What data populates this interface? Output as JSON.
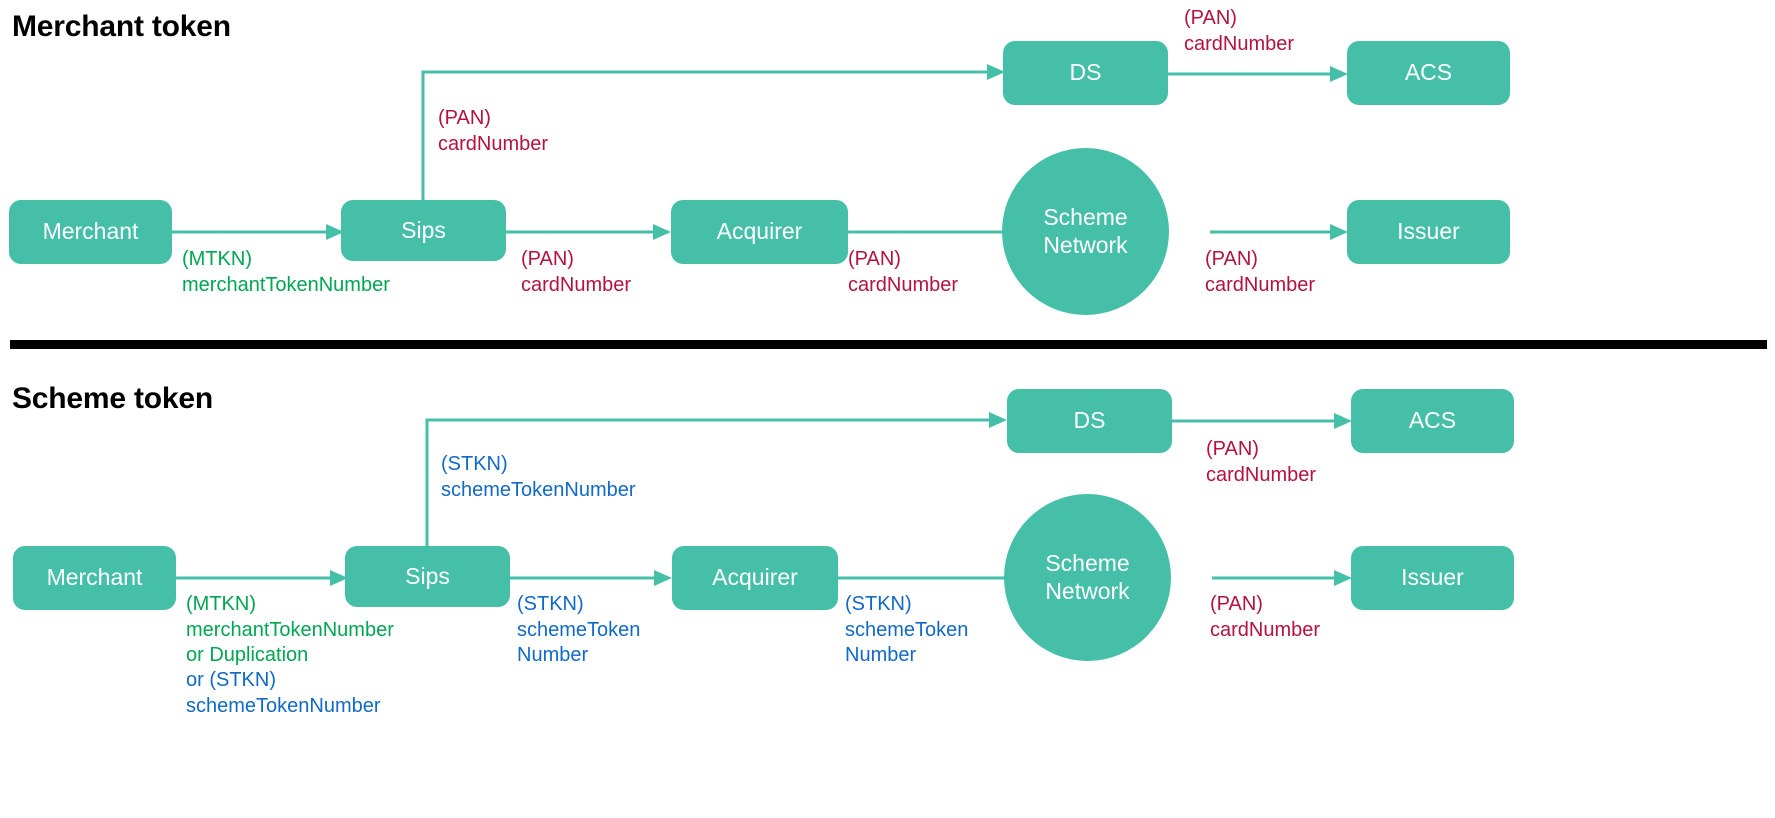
{
  "colors": {
    "node_fill": "#45BFA8",
    "connector": "#45BFA8",
    "red": "#B5123E",
    "green": "#00A651",
    "blue": "#1169C8",
    "divider": "#000000",
    "background": "#ffffff"
  },
  "sections": [
    {
      "id": "merchant-token",
      "title": "Merchant token",
      "nodes": [
        {
          "id": "merchant",
          "label": "Merchant"
        },
        {
          "id": "sips",
          "label": "Sips"
        },
        {
          "id": "acquirer",
          "label": "Acquirer"
        },
        {
          "id": "scheme-network",
          "label": "Scheme\nNetwork"
        },
        {
          "id": "ds",
          "label": "DS"
        },
        {
          "id": "acs",
          "label": "ACS"
        },
        {
          "id": "issuer",
          "label": "Issuer"
        }
      ],
      "edges": [
        {
          "id": "merchant-to-sips",
          "from": "Merchant",
          "to": "Sips",
          "label": "(MTKN)\nmerchantTokenNumber",
          "color": "green"
        },
        {
          "id": "sips-to-ds",
          "from": "Sips",
          "to": "DS",
          "label": "(PAN)\ncardNumber",
          "color": "red"
        },
        {
          "id": "ds-to-acs",
          "from": "DS",
          "to": "ACS",
          "label": "(PAN)\ncardNumber",
          "color": "red"
        },
        {
          "id": "sips-to-acquirer",
          "from": "Sips",
          "to": "Acquirer",
          "label": "(PAN)\ncardNumber",
          "color": "red"
        },
        {
          "id": "acquirer-to-scheme",
          "from": "Acquirer",
          "to": "Scheme Network",
          "label": "(PAN)\ncardNumber",
          "color": "red"
        },
        {
          "id": "scheme-to-issuer",
          "from": "Scheme Network",
          "to": "Issuer",
          "label": "(PAN)\ncardNumber",
          "color": "red"
        }
      ]
    },
    {
      "id": "scheme-token",
      "title": "Scheme token",
      "nodes": [
        {
          "id": "merchant",
          "label": "Merchant"
        },
        {
          "id": "sips",
          "label": "Sips"
        },
        {
          "id": "acquirer",
          "label": "Acquirer"
        },
        {
          "id": "scheme-network",
          "label": "Scheme\nNetwork"
        },
        {
          "id": "ds",
          "label": "DS"
        },
        {
          "id": "acs",
          "label": "ACS"
        },
        {
          "id": "issuer",
          "label": "Issuer"
        }
      ],
      "edges": [
        {
          "id": "merchant-to-sips",
          "from": "Merchant",
          "to": "Sips",
          "label_green": "(MTKN)\nmerchantTokenNumber\nor Duplication",
          "label_blue": "or (STKN)\nschemeTokenNumber"
        },
        {
          "id": "sips-to-ds",
          "from": "Sips",
          "to": "DS",
          "label": "(STKN)\nschemeTokenNumber",
          "color": "blue"
        },
        {
          "id": "ds-to-acs",
          "from": "DS",
          "to": "ACS",
          "label": "(PAN)\ncardNumber",
          "color": "red"
        },
        {
          "id": "sips-to-acquirer",
          "from": "Sips",
          "to": "Acquirer",
          "label": "(STKN)\nschemeToken\nNumber",
          "color": "blue"
        },
        {
          "id": "acquirer-to-scheme",
          "from": "Acquirer",
          "to": "Scheme Network",
          "label": "(STKN)\nschemeToken\nNumber",
          "color": "blue"
        },
        {
          "id": "scheme-to-issuer",
          "from": "Scheme Network",
          "to": "Issuer",
          "label": "(PAN)\ncardNumber",
          "color": "red"
        }
      ]
    }
  ]
}
